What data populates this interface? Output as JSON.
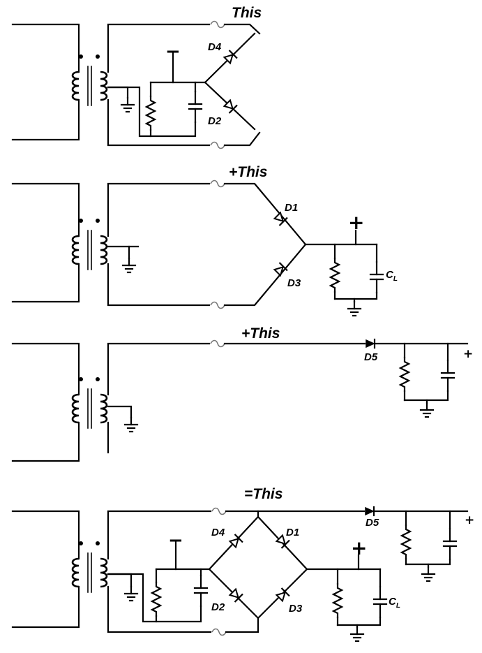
{
  "panels": [
    {
      "title": "This",
      "labels": {
        "d_top": "D4",
        "d_bottom": "D2",
        "sign": "−"
      }
    },
    {
      "title": "+This",
      "labels": {
        "d_top": "D1",
        "d_bottom": "D3",
        "sign": "+",
        "cap": "C",
        "cap_sub": "L"
      }
    },
    {
      "title": "+This",
      "labels": {
        "diode": "D5",
        "sign": "+"
      }
    },
    {
      "title": "=This",
      "labels": {
        "d_top_left": "D4",
        "d_top_right": "D1",
        "d_bottom_left": "D2",
        "d_bottom_right": "D3",
        "diode": "D5",
        "neg_sign": "−",
        "pos_sign": "+",
        "out_sign": "+",
        "cap": "C",
        "cap_sub": "L"
      }
    }
  ]
}
